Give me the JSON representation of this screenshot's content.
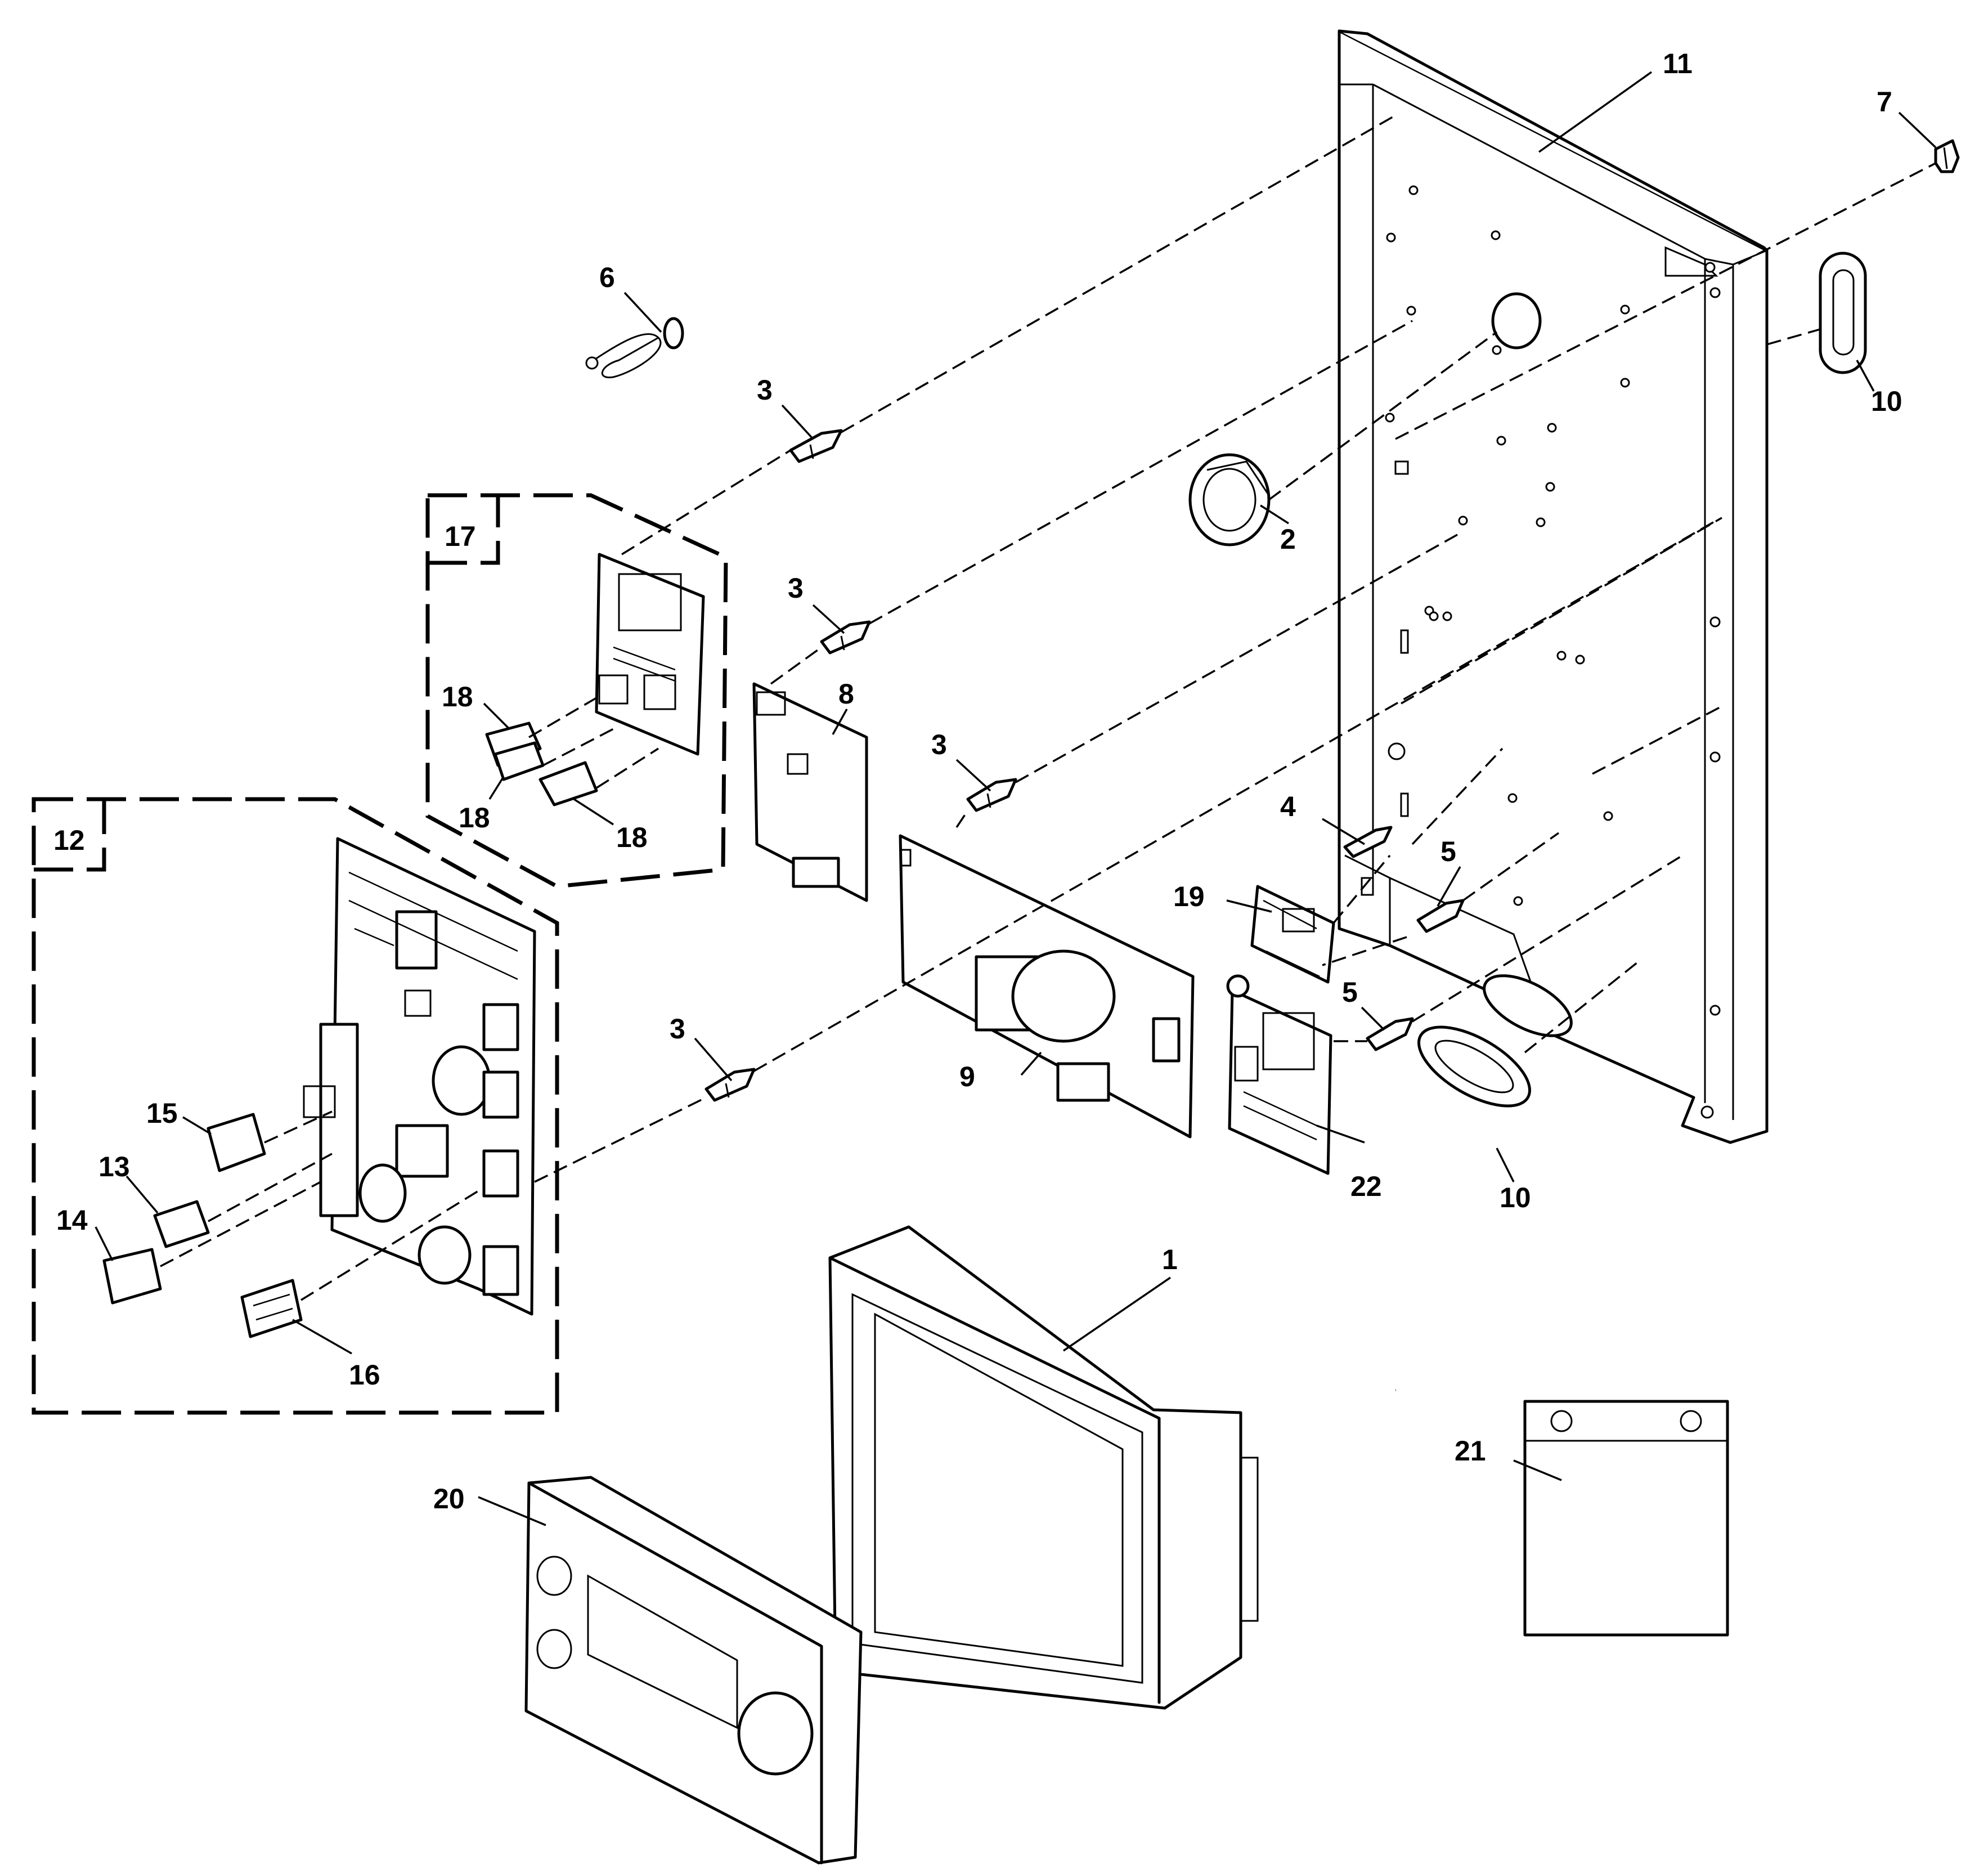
{
  "callouts": {
    "c1": "1",
    "c2": "2",
    "c3a": "3",
    "c3b": "3",
    "c3c": "3",
    "c3d": "3",
    "c4": "4",
    "c5a": "5",
    "c5b": "5",
    "c6": "6",
    "c7": "7",
    "c8": "8",
    "c9": "9",
    "c10a": "10",
    "c10b": "10",
    "c11": "11",
    "c12": "12",
    "c13": "13",
    "c14": "14",
    "c15": "15",
    "c16": "16",
    "c17": "17",
    "c18a": "18",
    "c18b": "18",
    "c18c": "18",
    "c19": "19",
    "c20": "20",
    "c21": "21",
    "c22": "22"
  },
  "colors": {
    "line": "#000000",
    "background": "#ffffff"
  }
}
